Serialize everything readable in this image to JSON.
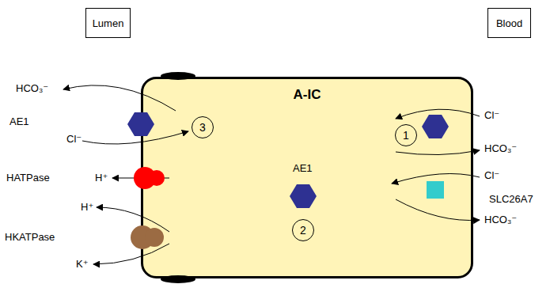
{
  "diagram": {
    "nodes": [
      {
        "text": [
          "Lumen"
        ]
      },
      {
        "text": [
          "Blood"
        ]
      },
      {
        "text": [
          "A-IC"
        ]
      },
      {
        "text": [
          "3"
        ],
        "in": 2
      },
      {
        "text": [
          "1"
        ],
        "in": 2
      },
      {
        "text": [
          "2"
        ],
        "in": 2
      }
    ],
    "labels": [
      "HCO₃⁻",
      "AE1",
      "Cl⁻",
      "HATPase",
      "H⁺",
      "H⁺",
      "HKATPase",
      "K⁺",
      "AE1",
      "Cl⁻",
      "HCO₃⁻",
      "Cl⁻",
      "SLC26A7",
      "HCO₃⁻"
    ]
  }
}
